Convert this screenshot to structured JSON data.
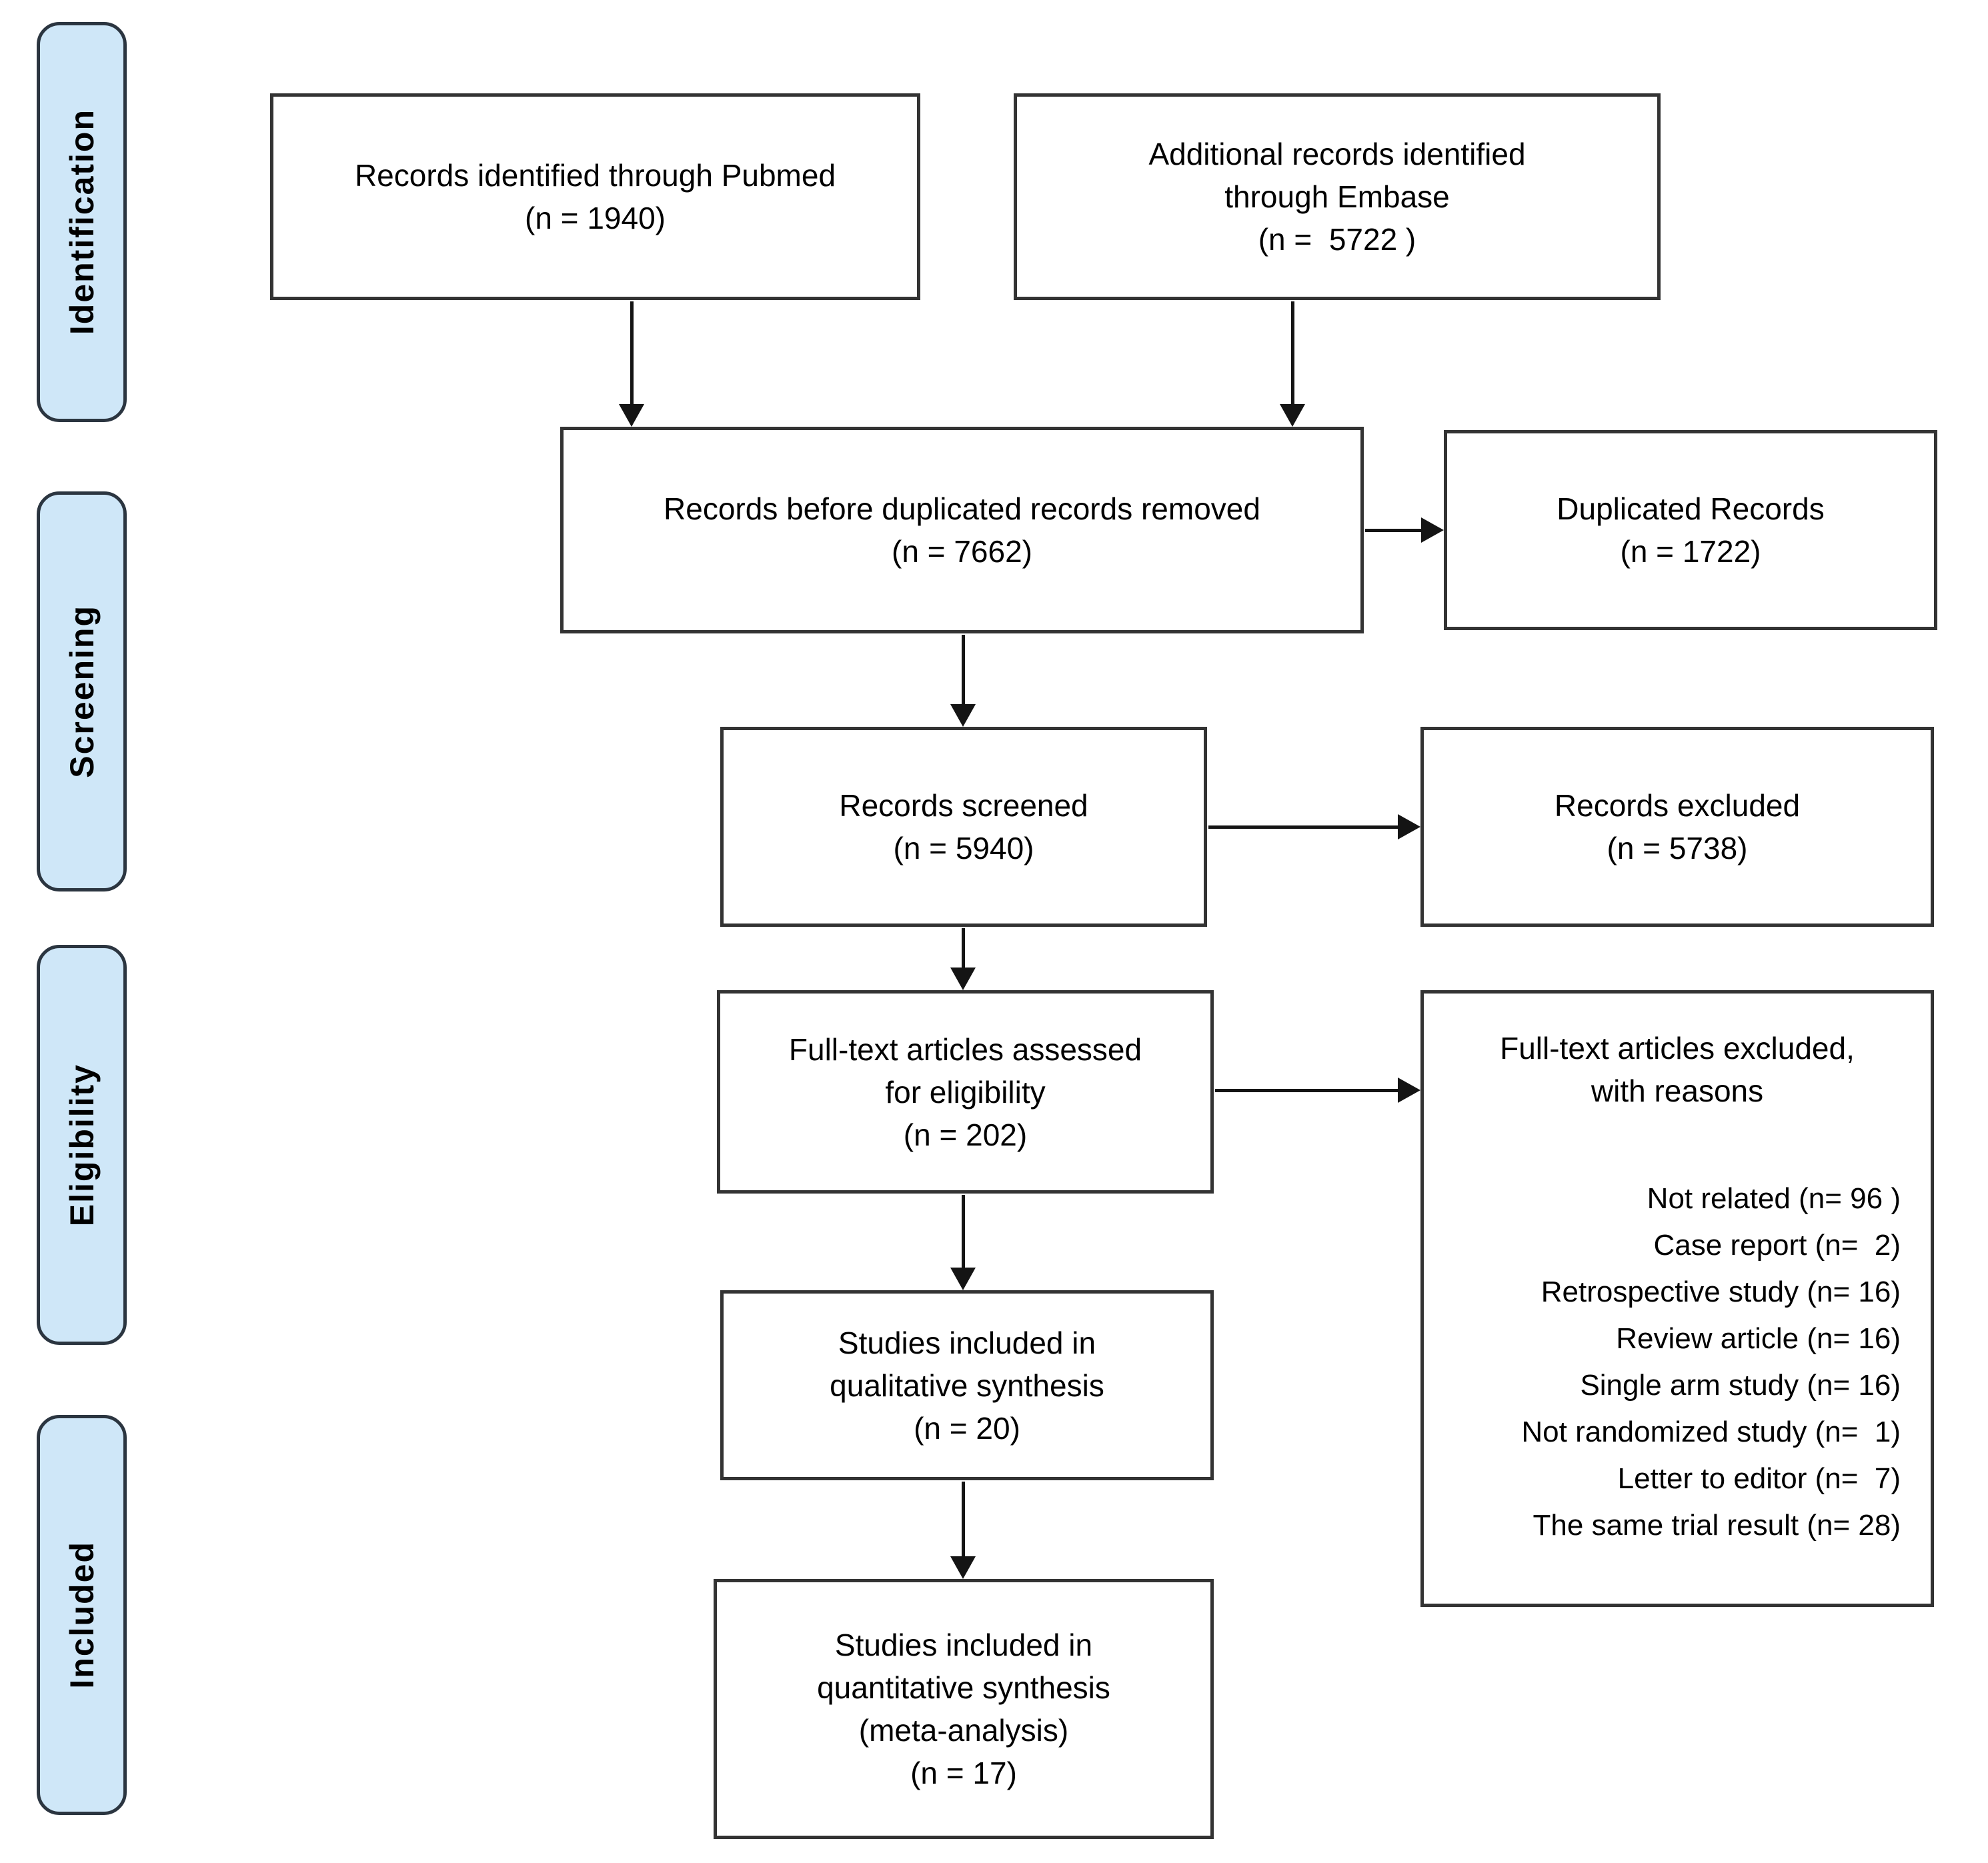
{
  "colors": {
    "stage_fill": "#cfe7f8",
    "stage_border": "#2b3540",
    "box_border": "#333333",
    "arrow": "#141414",
    "background": "#ffffff"
  },
  "stages": [
    {
      "label": "Identification"
    },
    {
      "label": "Screening"
    },
    {
      "label": "Eligibility"
    },
    {
      "label": "Included"
    }
  ],
  "boxes": {
    "pubmed": {
      "lines": [
        "Records identified through Pubmed",
        "(n = 1940)"
      ]
    },
    "embase": {
      "lines": [
        "Additional records identified",
        "through Embase",
        "(n =  5722 )"
      ]
    },
    "before_duplicates": {
      "lines": [
        "Records before duplicated records removed",
        "(n = 7662)"
      ]
    },
    "duplicated": {
      "lines": [
        "Duplicated Records",
        "(n = 1722)"
      ]
    },
    "screened": {
      "lines": [
        "Records screened",
        "(n = 5940)"
      ]
    },
    "excluded": {
      "lines": [
        "Records excluded",
        "(n = 5738)"
      ]
    },
    "fulltext_assessed": {
      "lines": [
        "Full-text articles assessed",
        "for eligibility",
        "(n = 202)"
      ]
    },
    "fulltext_excluded": {
      "title_lines": [
        "Full-text articles excluded,",
        "with reasons"
      ],
      "reasons": [
        "Not related (n= 96 )",
        "Case report (n=  2)",
        "Retrospective study (n= 16)",
        "Review article (n= 16)",
        "Single arm study (n= 16)",
        "Not randomized study (n=  1)",
        "Letter to editor (n=  7)",
        "The same trial result (n= 28)"
      ]
    },
    "qualitative": {
      "lines": [
        "Studies included in",
        "qualitative synthesis",
        "(n = 20)"
      ]
    },
    "quantitative": {
      "lines": [
        "Studies included in",
        "quantitative synthesis",
        "(meta-analysis)",
        "(n = 17)"
      ]
    }
  }
}
